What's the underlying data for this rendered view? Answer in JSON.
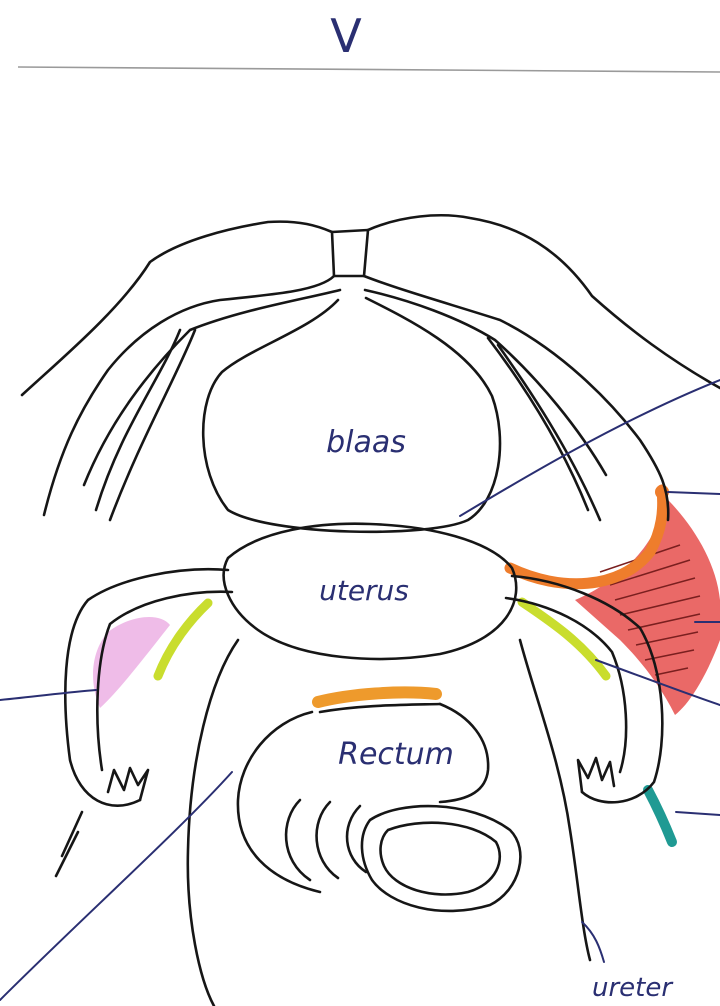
{
  "page": {
    "heading": "V"
  },
  "labels": {
    "bladder": "blaas",
    "uterus": "uterus",
    "rectum": "Rectum",
    "ureter": "ureter"
  },
  "colors": {
    "ink": "#161616",
    "label_ink": "#2a2f72",
    "ligament_red": "#e85c5a",
    "orange": "#ee7d2c",
    "yellow_green": "#c9dd2e",
    "pink": "#e9a6e0",
    "teal": "#1f9a93"
  }
}
